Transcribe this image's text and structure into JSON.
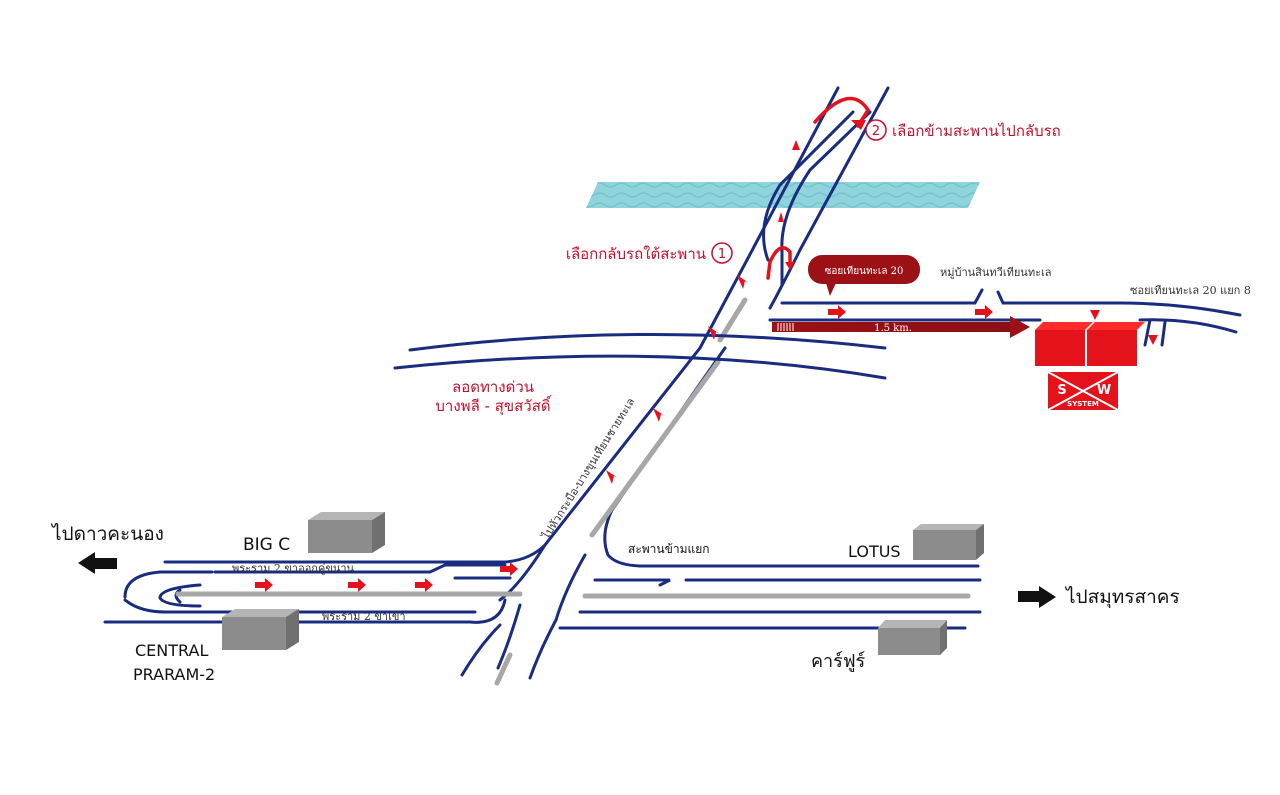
{
  "labels": {
    "to_dao_khanong": "ไปดาวคะนอง",
    "to_samut_sakhon": "ไปสมุทรสาคร",
    "big_c": "BIG C",
    "lotus": "LOTUS",
    "central_line1": "CENTRAL",
    "central_line2": "PRARAM-2",
    "carrefour": "คาร์ฟูร์",
    "rama2_outbound": "พระราม 2 ขาออกคู่ขนาน",
    "rama2_inbound": "พระราม 2 ขาเข้า",
    "intersection_bridge": "สะพานข้ามแยก",
    "diagonal_road": "ไปหัวกระบือ-บางขุนเทียนชายทะเล",
    "expressway_line1": "ลอดทางด่วน",
    "expressway_line2": "บางพลี - สุขสวัสดิ์",
    "step1": "เลือกกลับรถใต้สะพาน",
    "step1_num": "1",
    "step2": "เลือกข้ามสะพานไปกลับรถ",
    "step2_num": "2",
    "soi_callout": "ซอยเทียนทะเล 20",
    "village": "หมู่บ้านสินทวีเทียนทะเล",
    "soi_branch": "ซอยเทียนทะเล 20 แยก 8",
    "distance": "1.5 km.",
    "logo_s": "S",
    "logo_w": "W",
    "logo_system": "SYSTEM"
  },
  "colors": {
    "road": "#1a2c80",
    "median": "#a7a7a7",
    "accent_red": "#e3121b",
    "dark_red": "#9b1116",
    "canal": "#8fd3db",
    "building_gray": "#8c8c8c"
  },
  "icons": [
    "left-arrow-icon",
    "right-arrow-icon",
    "u-turn-icon",
    "direction-arrow-icon"
  ]
}
